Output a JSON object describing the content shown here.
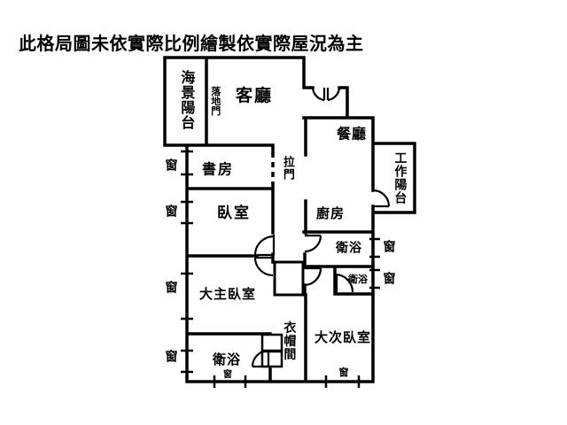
{
  "title": "此格局圖未依實際比例繪製依實際屋況為主",
  "rooms": {
    "sea_view_balcony": "海景陽台",
    "floor_to_ceiling_door": "落地門",
    "living_room": "客廳",
    "dining_room": "餐廳",
    "work_balcony": "工作陽台",
    "study": "書房",
    "sliding_door": "拉門",
    "bedroom": "臥室",
    "kitchen": "廚房",
    "bathroom_main": "衛浴",
    "bathroom_small": "衛浴",
    "master_bedroom": "大主臥室",
    "walk_in_closet": "衣帽間",
    "second_bedroom": "大次臥室",
    "bathroom_master": "衛浴"
  },
  "window_labels": [
    "窗",
    "窗",
    "窗",
    "窗",
    "窗",
    "窗",
    "窗",
    "窗"
  ],
  "colors": {
    "wall": "#000000",
    "background": "#ffffff",
    "text": "#000000"
  }
}
